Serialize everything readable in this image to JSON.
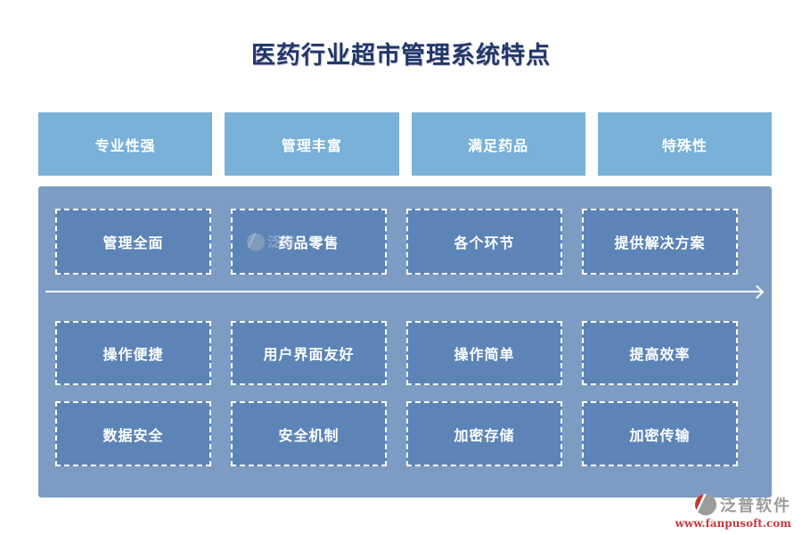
{
  "title": "医药行业超市管理系统特点",
  "columns": [
    "专业性强",
    "管理丰富",
    "满足药品",
    "特殊性"
  ],
  "rows": [
    [
      "管理全面",
      "药品零售",
      "各个环节",
      "提供解决方案"
    ],
    [
      "操作便捷",
      "用户界面友好",
      "操作简单",
      "提高效率"
    ],
    [
      "数据安全",
      "安全机制",
      "加密存储",
      "加密传输"
    ]
  ],
  "watermark": {
    "text": "泛普"
  },
  "logo": {
    "name": "泛普软件",
    "url": "www.fanpusoft.com"
  },
  "colors": {
    "title": "#1f3868",
    "header_box": "#79b1d8",
    "panel": "#7d9cc3",
    "feature_box": "#5d84b6",
    "dashed_border": "#ffffff",
    "arrow": "#ffffff",
    "logo_text": "#9b9b9b",
    "logo_url": "#c5393b"
  }
}
